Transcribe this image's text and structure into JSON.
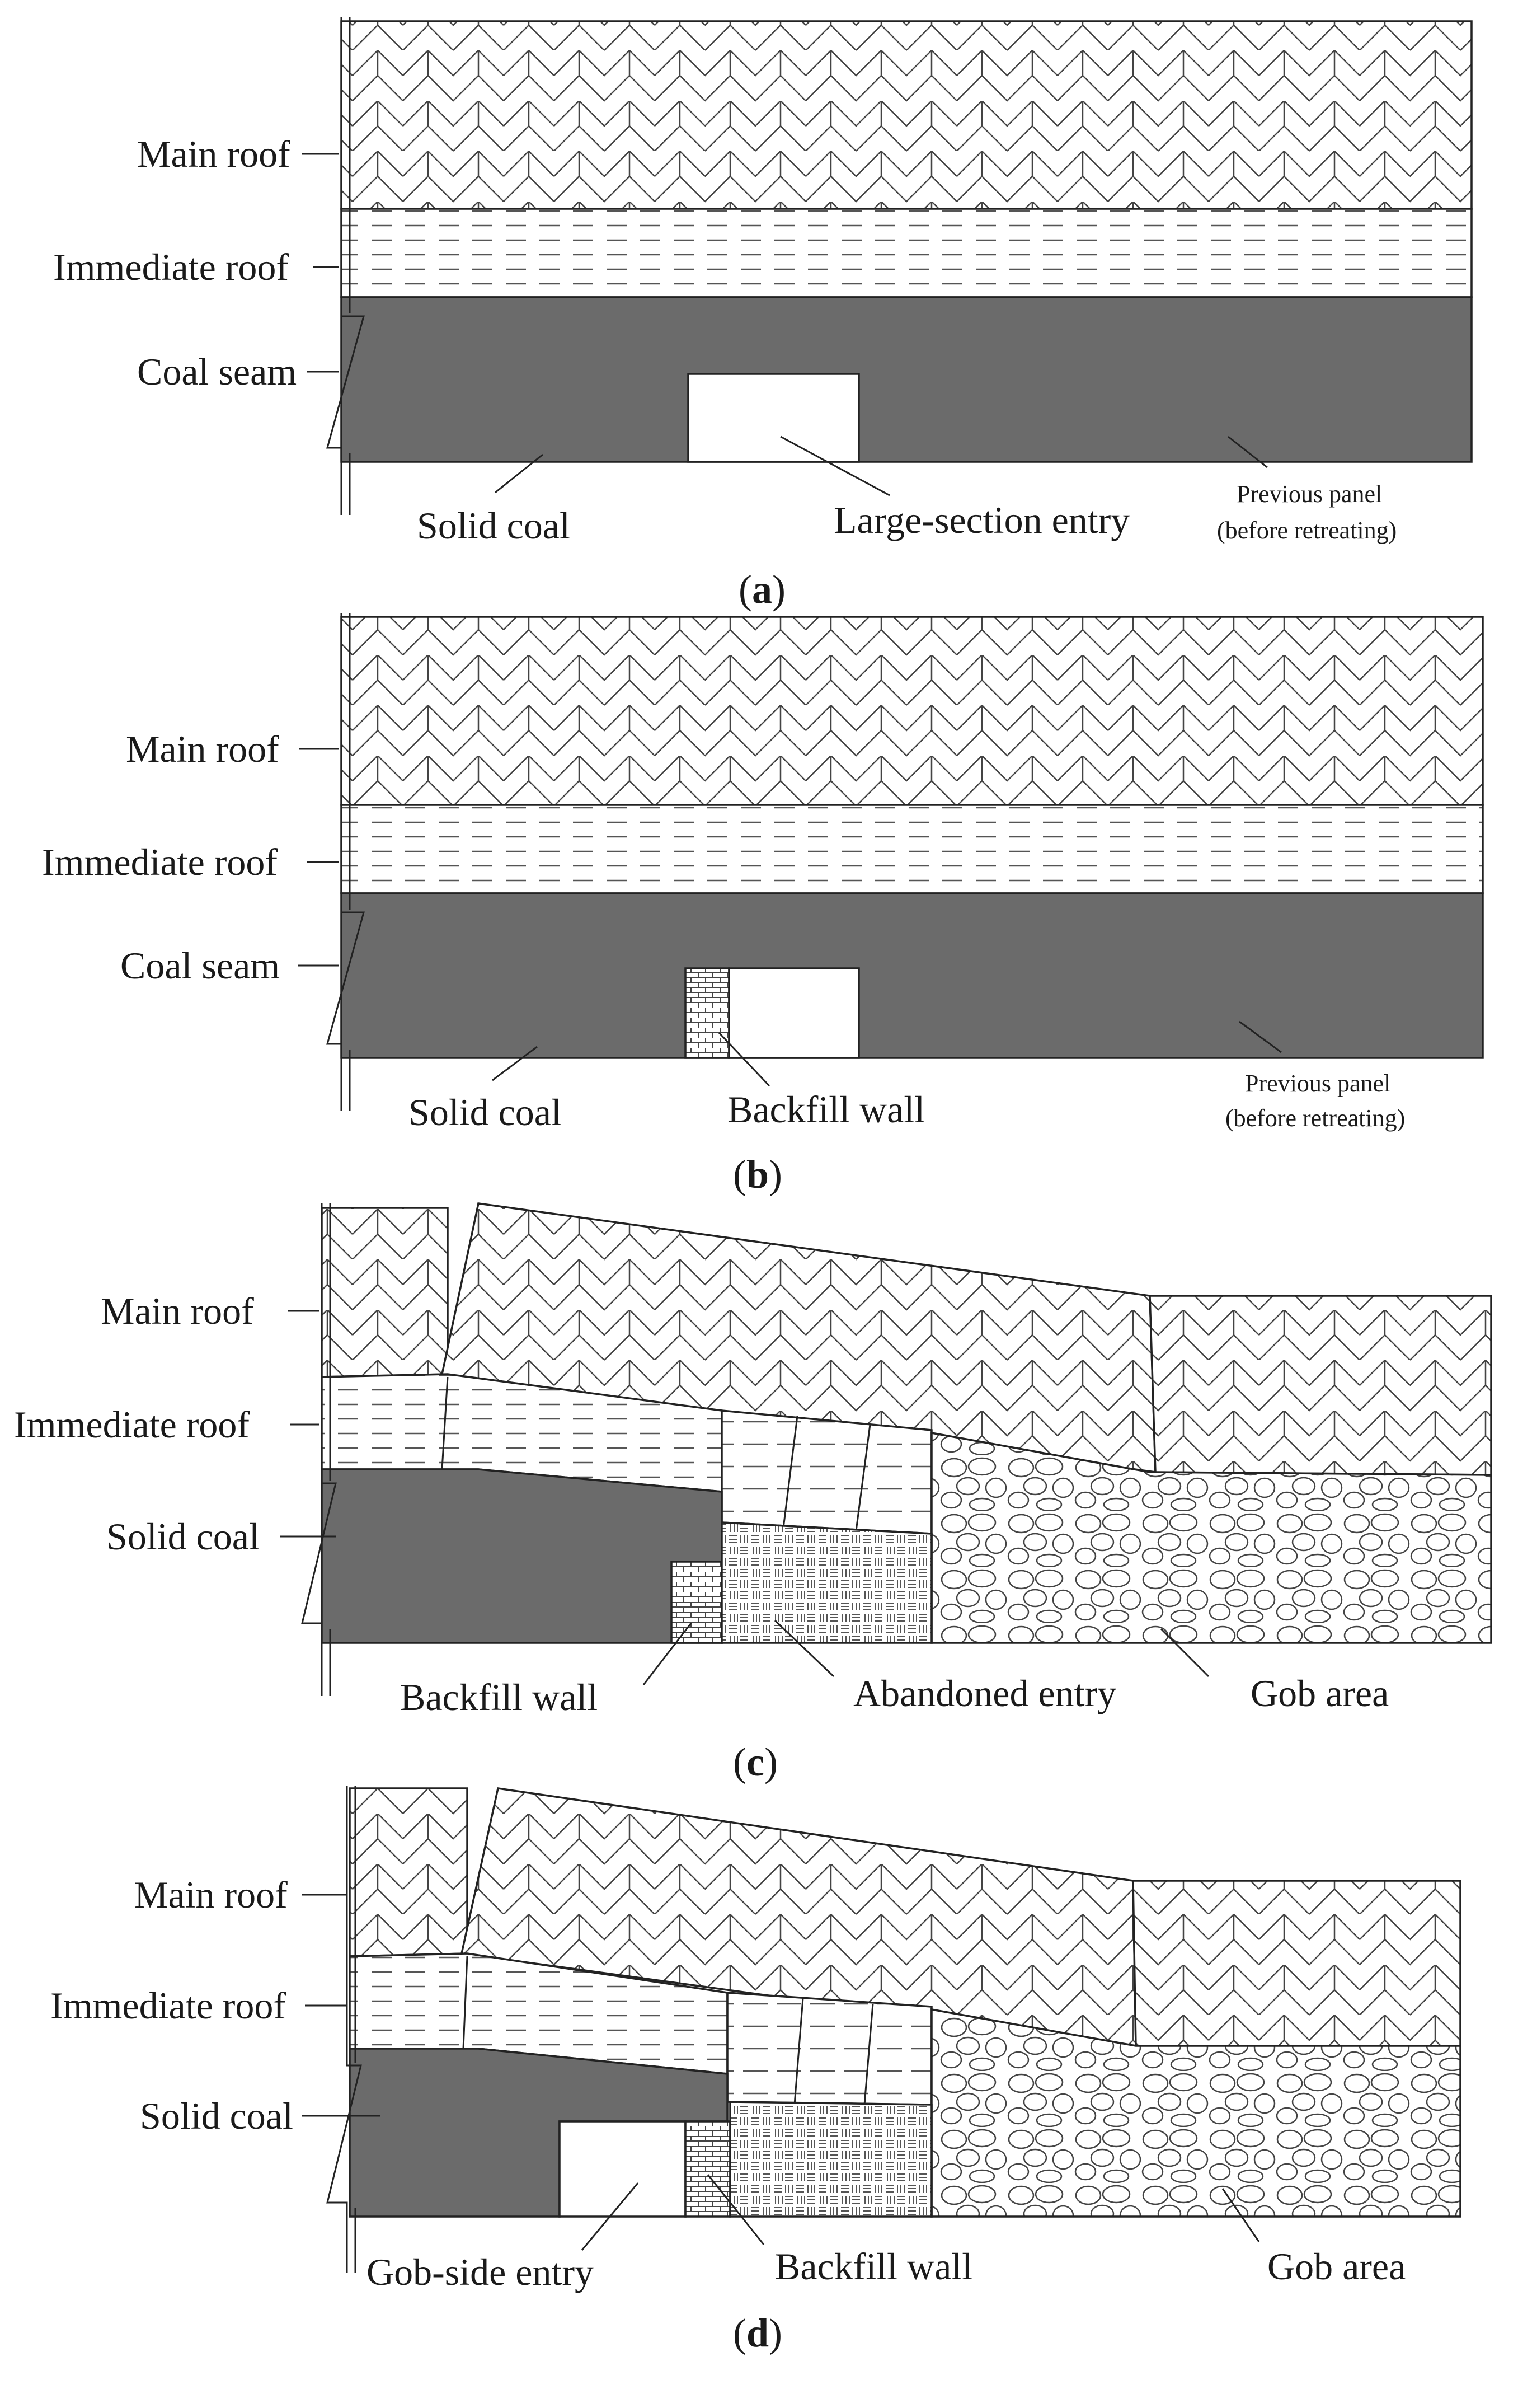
{
  "panels": [
    {
      "caption_letter": "a",
      "labels": {
        "main_roof": "Main roof",
        "immediate_roof": "Immediate roof",
        "coal_seam": "Coal seam",
        "solid_coal": "Solid coal",
        "entry": "Large-section entry",
        "previous_panel_1": "Previous panel",
        "previous_panel_2": "(before retreating)"
      }
    },
    {
      "caption_letter": "b",
      "labels": {
        "main_roof": "Main roof",
        "immediate_roof": "Immediate roof",
        "coal_seam": "Coal seam",
        "solid_coal": "Solid coal",
        "backfill_wall": "Backfill wall",
        "previous_panel_1": "Previous panel",
        "previous_panel_2": "(before retreating)"
      }
    },
    {
      "caption_letter": "c",
      "labels": {
        "main_roof": "Main roof",
        "immediate_roof": "Immediate roof",
        "solid_coal": "Solid coal",
        "backfill_wall": "Backfill wall",
        "abandoned_entry": "Abandoned entry",
        "gob_area": "Gob area"
      }
    },
    {
      "caption_letter": "d",
      "labels": {
        "main_roof": "Main roof",
        "immediate_roof": "Immediate roof",
        "solid_coal": "Solid coal",
        "gob_side_entry": "Gob-side entry",
        "backfill_wall": "Backfill wall",
        "gob_area": "Gob area"
      }
    }
  ],
  "colors": {
    "coal": "#6b6b6b",
    "line": "#222222",
    "background": "#ffffff"
  }
}
